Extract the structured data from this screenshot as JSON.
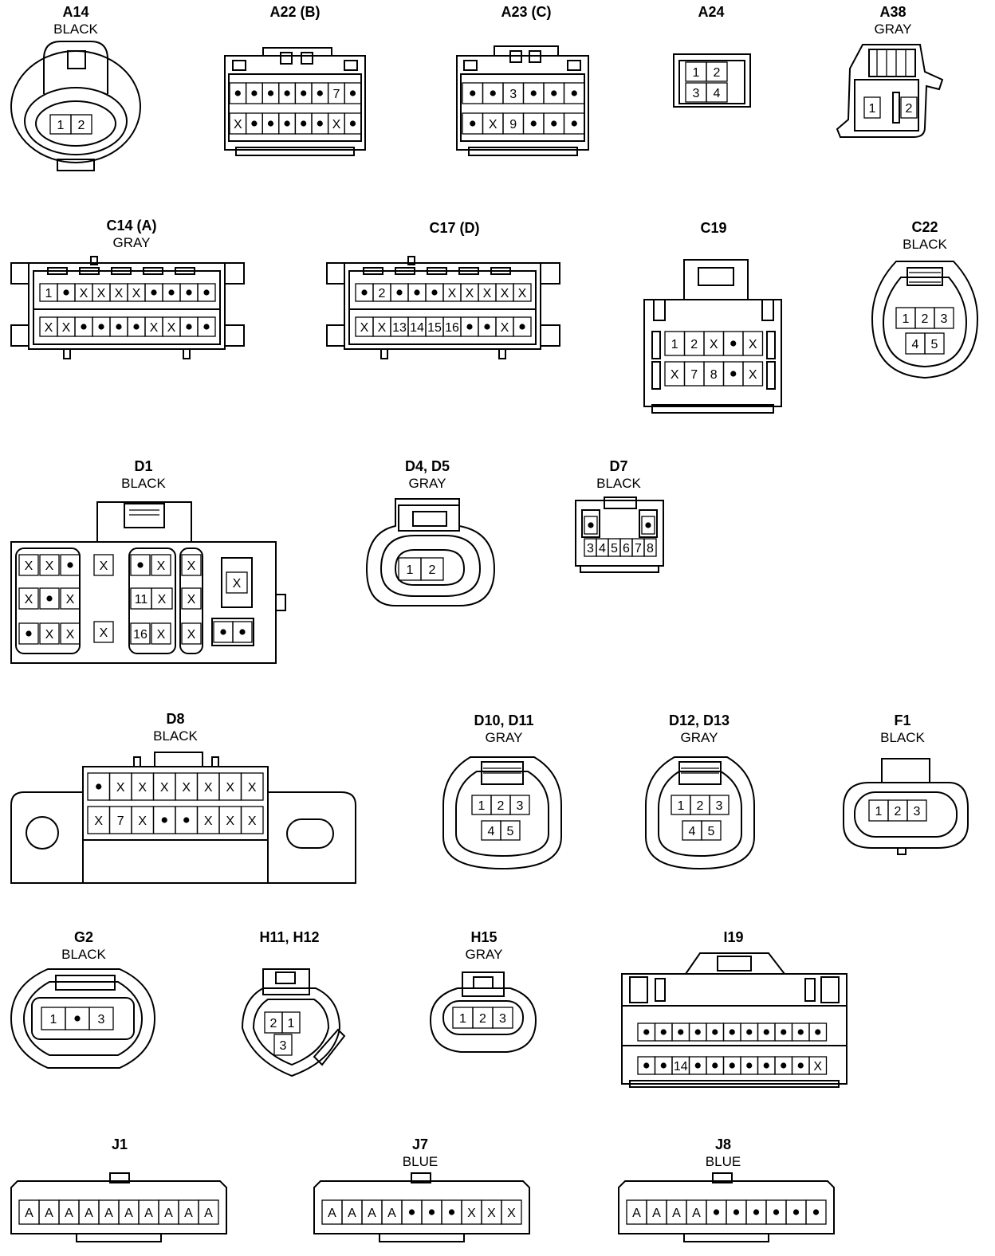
{
  "connectors": [
    {
      "id": "A14",
      "name": "A14",
      "color": "BLACK",
      "rows": [
        [
          "1",
          "2"
        ]
      ]
    },
    {
      "id": "A22",
      "name": "A22 (B)",
      "color": "",
      "rows": [
        [
          "•",
          "•",
          "•",
          "•",
          "•",
          "•",
          "7",
          "•"
        ],
        [
          "X",
          "•",
          "•",
          "•",
          "•",
          "•",
          "X",
          "•"
        ]
      ]
    },
    {
      "id": "A23",
      "name": "A23 (C)",
      "color": "",
      "rows": [
        [
          "•",
          "•",
          "3",
          "•",
          "•",
          "•"
        ],
        [
          "•",
          "X",
          "9",
          "•",
          "•",
          "•"
        ]
      ]
    },
    {
      "id": "A24",
      "name": "A24",
      "color": "",
      "rows": [
        [
          "1",
          "2"
        ],
        [
          "3",
          "4"
        ]
      ]
    },
    {
      "id": "A38",
      "name": "A38",
      "color": "GRAY",
      "rows": [
        [
          "1",
          "2"
        ]
      ]
    },
    {
      "id": "C14",
      "name": "C14 (A)",
      "color": "GRAY",
      "rows": [
        [
          "1",
          "•",
          "X",
          "X",
          "X",
          "X",
          "•",
          "•",
          "•",
          "•"
        ],
        [
          "X",
          "X",
          "•",
          "•",
          "•",
          "•",
          "X",
          "X",
          "•",
          "•"
        ]
      ]
    },
    {
      "id": "C17",
      "name": "C17 (D)",
      "color": "",
      "rows": [
        [
          "•",
          "2",
          "•",
          "•",
          "•",
          "X",
          "X",
          "X",
          "X",
          "X"
        ],
        [
          "X",
          "X",
          "13",
          "14",
          "15",
          "16",
          "•",
          "•",
          "X",
          "•"
        ]
      ]
    },
    {
      "id": "C19",
      "name": "C19",
      "color": "",
      "rows": [
        [
          "1",
          "2",
          "X",
          "•",
          "X"
        ],
        [
          "X",
          "7",
          "8",
          "•",
          "X"
        ]
      ]
    },
    {
      "id": "C22",
      "name": "C22",
      "color": "BLACK",
      "rows": [
        [
          "1",
          "2",
          "3"
        ],
        [
          "4",
          "5"
        ]
      ]
    },
    {
      "id": "D1",
      "name": "D1",
      "color": "BLACK",
      "rows": [
        [
          "X",
          "X",
          "•",
          "X",
          "•",
          "X",
          "X",
          "X"
        ],
        [
          "X",
          "•",
          "X",
          "X",
          "11",
          "X"
        ],
        [
          "•",
          "X",
          "X",
          "X",
          "16",
          "X",
          "X",
          "•",
          "•"
        ]
      ]
    },
    {
      "id": "D4",
      "name": "D4, D5",
      "color": "GRAY",
      "rows": [
        [
          "1",
          "2"
        ]
      ]
    },
    {
      "id": "D7",
      "name": "D7",
      "color": "BLACK",
      "rows": [
        [
          "•",
          "•"
        ],
        [
          "3",
          "4",
          "5",
          "6",
          "7",
          "8"
        ]
      ]
    },
    {
      "id": "D8",
      "name": "D8",
      "color": "BLACK",
      "rows": [
        [
          "•",
          "X",
          "X",
          "X",
          "X",
          "X",
          "X",
          "X"
        ],
        [
          "X",
          "7",
          "X",
          "•",
          "•",
          "X",
          "X",
          "X"
        ]
      ]
    },
    {
      "id": "D10",
      "name": "D10, D11",
      "color": "GRAY",
      "rows": [
        [
          "1",
          "2",
          "3"
        ],
        [
          "4",
          "5"
        ]
      ]
    },
    {
      "id": "D12",
      "name": "D12, D13",
      "color": "GRAY",
      "rows": [
        [
          "1",
          "2",
          "3"
        ],
        [
          "4",
          "5"
        ]
      ]
    },
    {
      "id": "F1",
      "name": "F1",
      "color": "BLACK",
      "rows": [
        [
          "1",
          "2",
          "3"
        ]
      ]
    },
    {
      "id": "G2",
      "name": "G2",
      "color": "BLACK",
      "rows": [
        [
          "1",
          "•",
          "3"
        ]
      ]
    },
    {
      "id": "H11",
      "name": "H11, H12",
      "color": "",
      "rows": [
        [
          "2",
          "1"
        ],
        [
          "3"
        ]
      ]
    },
    {
      "id": "H15",
      "name": "H15",
      "color": "GRAY",
      "rows": [
        [
          "1",
          "2",
          "3"
        ]
      ]
    },
    {
      "id": "I19",
      "name": "I19",
      "color": "",
      "rows": [
        [
          "•",
          "•",
          "•",
          "•",
          "•",
          "•",
          "•",
          "•",
          "•",
          "•",
          "•"
        ],
        [
          "•",
          "•",
          "14",
          "•",
          "•",
          "•",
          "•",
          "•",
          "•",
          "•",
          "X"
        ]
      ]
    },
    {
      "id": "J1",
      "name": "J1",
      "color": "",
      "rows": [
        [
          "A",
          "A",
          "A",
          "A",
          "A",
          "A",
          "A",
          "A",
          "A",
          "A"
        ]
      ]
    },
    {
      "id": "J7",
      "name": "J7",
      "color": "BLUE",
      "rows": [
        [
          "A",
          "A",
          "A",
          "A",
          "•",
          "•",
          "•",
          "X",
          "X",
          "X"
        ]
      ]
    },
    {
      "id": "J8",
      "name": "J8",
      "color": "BLUE",
      "rows": [
        [
          "A",
          "A",
          "A",
          "A",
          "•",
          "•",
          "•",
          "•",
          "•",
          "•"
        ]
      ]
    }
  ]
}
